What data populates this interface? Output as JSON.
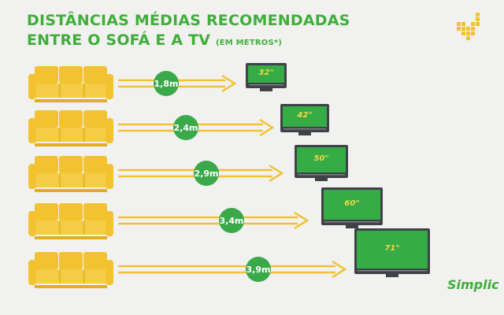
{
  "title": {
    "line1": "DISTÂNCIAS MÉDIAS RECOMENDADAS",
    "line2": "ENTRE O SOFÁ E A TV",
    "note": "(EM METROS*)"
  },
  "brand": "Simplic",
  "icons": {
    "logo": "check-mark-icon",
    "sofa": "sofa-icon",
    "tv": "tv-icon",
    "arrow": "arrow-right-icon"
  },
  "colors": {
    "green": "#3fae3a",
    "yellow": "#f2c230",
    "tv_frame": "#3f4347",
    "tv_screen": "#35ac46"
  },
  "rows": [
    {
      "distance": "1,8m",
      "tv": "32\""
    },
    {
      "distance": "2,4m",
      "tv": "42\""
    },
    {
      "distance": "2,9m",
      "tv": "50\""
    },
    {
      "distance": "3,4m",
      "tv": "60\""
    },
    {
      "distance": "3,9m",
      "tv": "71\""
    }
  ]
}
